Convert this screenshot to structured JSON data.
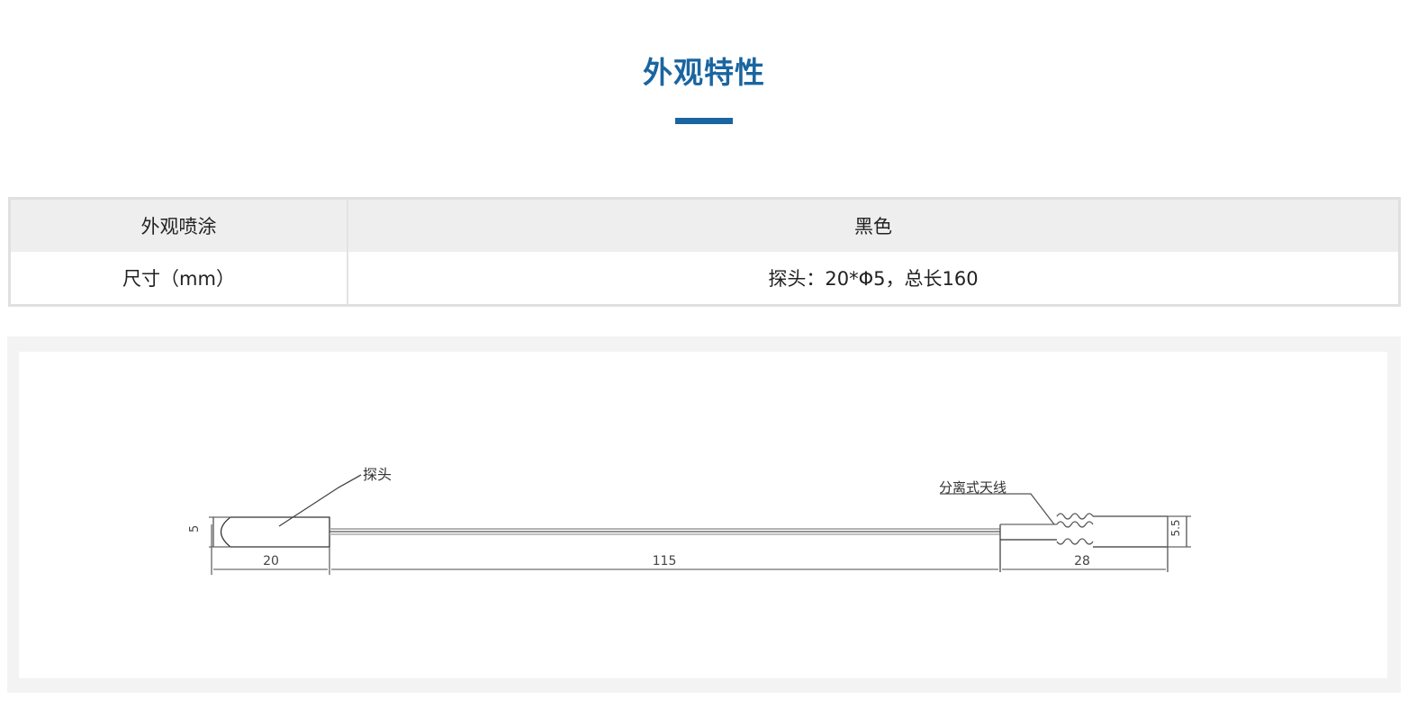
{
  "header": {
    "title": "外观特性",
    "accent_color": "#1a65a0"
  },
  "spec_table": {
    "rows": [
      {
        "label": "外观喷涂",
        "value": "黑色"
      },
      {
        "label": "尺寸（mm）",
        "value": "探头：20*Φ5，总长160"
      }
    ]
  },
  "diagram": {
    "probe_label": "探头",
    "antenna_label": "分离式天线",
    "dim_probe_diameter": "5",
    "dim_probe_length": "20",
    "dim_cable_length": "115",
    "dim_antenna_length": "28",
    "dim_antenna_diameter": "5.5"
  }
}
